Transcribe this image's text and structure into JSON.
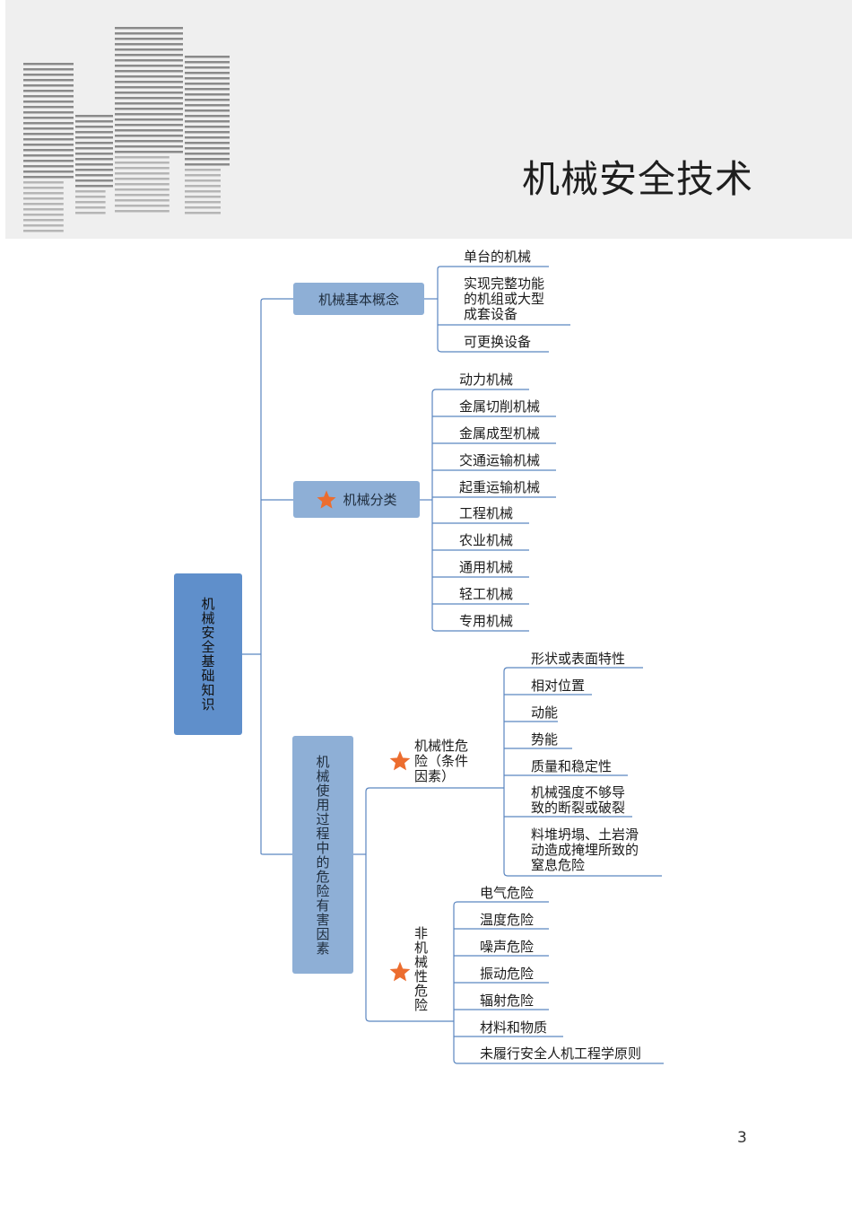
{
  "page": {
    "title": "机械安全技术",
    "page_number": "3"
  },
  "mindmap": {
    "root": "机械安全基础知识",
    "branches": {
      "concept": {
        "label": "机械基本概念",
        "items": [
          "单台的机械",
          "实现完整功能\n的机组或大型\n成套设备",
          "可更换设备"
        ]
      },
      "classify": {
        "label": "机械分类",
        "items": [
          "动力机械",
          "金属切削机械",
          "金属成型机械",
          "交通运输机械",
          "起重运输机械",
          "工程机械",
          "农业机械",
          "通用机械",
          "轻工机械",
          "专用机械"
        ]
      },
      "hazard": {
        "label": "机械使用过程中的危险有害因素",
        "mechanical": {
          "label": "机械性危\n险（条件\n因素）",
          "items": [
            "形状或表面特性",
            "相对位置",
            "动能",
            "势能",
            "质量和稳定性",
            "机械强度不够导\n致的断裂或破裂",
            "料堆坍塌、土岩滑\n动造成掩埋所致的\n窒息危险"
          ]
        },
        "nonmechanical": {
          "label": "非机械性危险",
          "items": [
            "电气危险",
            "温度危险",
            "噪声危险",
            "振动危险",
            "辐射危险",
            "材料和物质",
            "未履行安全人机工程学原则"
          ]
        }
      }
    }
  },
  "colors": {
    "line": "#5b86c0",
    "node": "#8eafd6",
    "root": "#5f8fcb",
    "star": "#ec6d2f"
  }
}
